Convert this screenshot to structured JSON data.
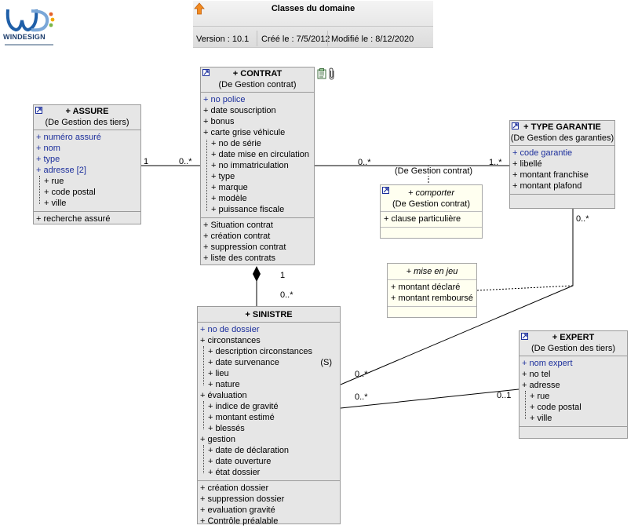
{
  "header": {
    "title": "Classes du domaine",
    "version": "Version : 10.1",
    "created": "Créé le : 7/5/2012",
    "modified": "Modifié le : 8/12/2020"
  },
  "logo": {
    "text": "WINDESIGN"
  },
  "colors": {
    "identifier": "#1c2f9c",
    "box": "#e6e6e6",
    "association_box": "#fffff0",
    "border": "#9a9a9a"
  },
  "classes": {
    "assure": {
      "name": "+ ASSURE",
      "package": "(De Gestion des tiers)",
      "attributes": [
        "+ numéro assuré",
        "+ nom",
        "+ type",
        "+ adresse [2]",
        "+ rue",
        "+ code postal",
        "+ ville"
      ],
      "operations": [
        "+ recherche assuré"
      ]
    },
    "contrat": {
      "name": "+ CONTRAT",
      "package": "(De Gestion contrat)",
      "attributes": [
        "+ no police",
        "+ date souscription",
        "+ bonus",
        "+ carte grise véhicule",
        "+ no de série",
        "+ date mise en circulation",
        "+ no immatriculation",
        "+ type",
        "+ marque",
        "+ modèle",
        "+ puissance fiscale"
      ],
      "operations": [
        "+ Situation contrat",
        "+ création contrat",
        "+ suppression contrat",
        "+ liste des contrats"
      ]
    },
    "type_garantie": {
      "name": "+ TYPE GARANTIE",
      "package": "(De Gestion des garanties)",
      "attributes": [
        "+ code garantie",
        "+ libellé",
        "+ montant franchise",
        "+ montant plafond"
      ]
    },
    "comporter": {
      "name": "+ comporter",
      "package": "(De Gestion contrat)",
      "attributes": [
        "+ clause particulière"
      ]
    },
    "mise_en_jeu": {
      "name": "+ mise en jeu",
      "attributes": [
        "+ montant déclaré",
        "+ montant remboursé"
      ]
    },
    "sinistre": {
      "name": "+ SINISTRE",
      "attributes": [
        "+ no de dossier",
        "+ circonstances",
        "+ description circonstances",
        "+ date survenance",
        "+ lieu",
        "+ nature",
        "+ évaluation",
        "+ indice de gravité",
        "+ montant estimé",
        "+ blessés",
        "+ gestion",
        "+ date de déclaration",
        "+ date ouverture",
        "+ état dossier"
      ],
      "stereotype_tag": "(S)",
      "operations": [
        "+ création dossier",
        "+ suppression dossier",
        "+ evaluation gravité",
        "+ Contrôle préalable"
      ]
    },
    "expert": {
      "name": "+ EXPERT",
      "package": "(De Gestion des tiers)",
      "attributes": [
        "+ nom expert",
        "+ no tel",
        "+ adresse",
        "+ rue",
        "+ code postal",
        "+ ville"
      ]
    }
  },
  "multiplicities": {
    "assure_contrat_left": "1",
    "assure_contrat_right": "0..*",
    "contrat_garantie_left": "0..*",
    "contrat_garantie_right": "1..*",
    "contrat_sinistre_top": "1",
    "contrat_sinistre_bottom": "0..*",
    "garantie_sinistre_top": "0..*",
    "garantie_sinistre_bottom": "0..*",
    "sinistre_expert_left": "0..*",
    "sinistre_expert_right": "0..1"
  },
  "association_label": "(De Gestion contrat)"
}
